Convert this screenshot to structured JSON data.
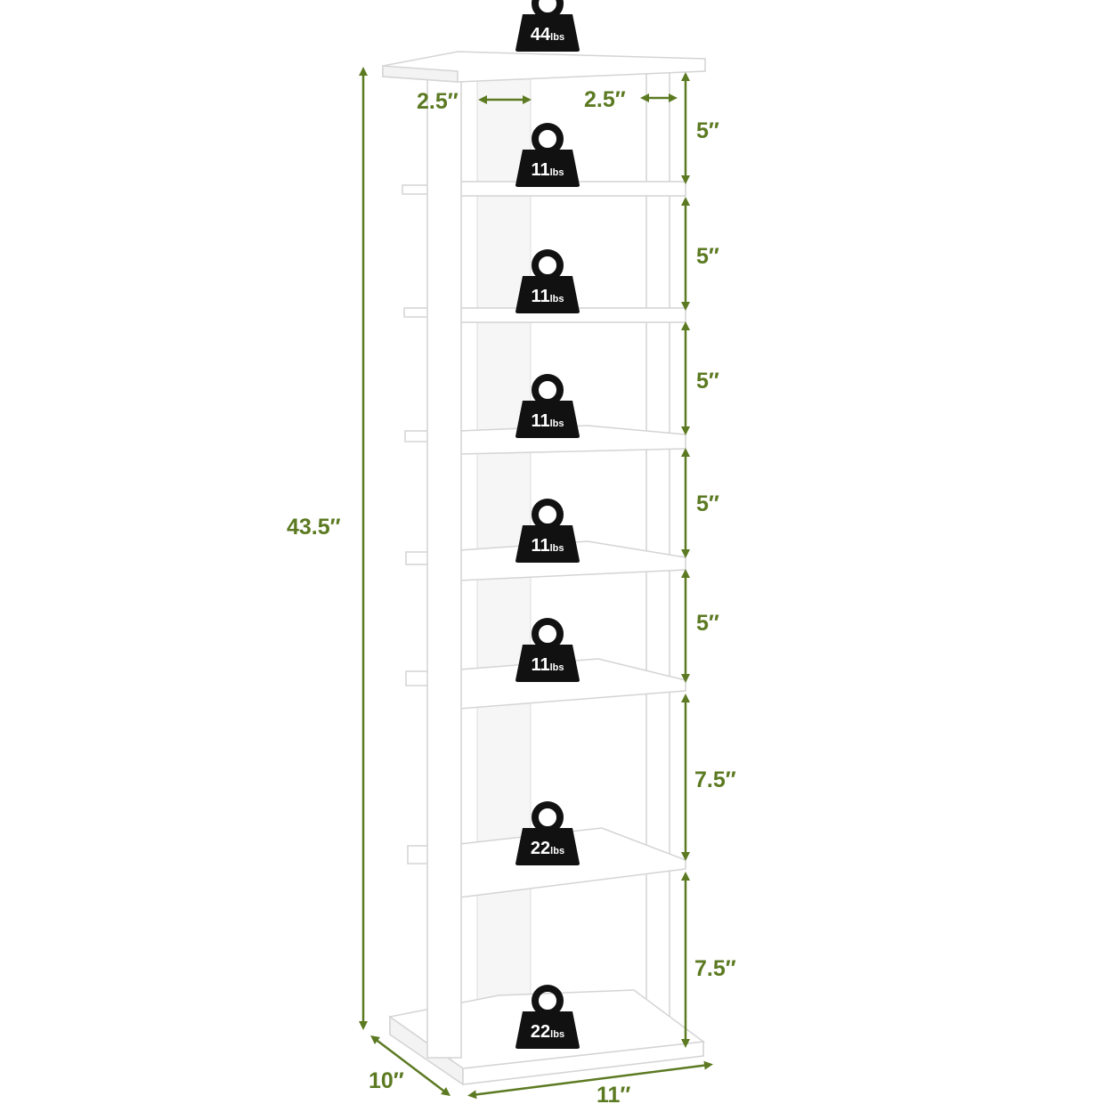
{
  "accent_color": "#5c7a22",
  "weight_icon_color": "#111111",
  "dimensions": {
    "total_height": "43.5″",
    "depth": "10″",
    "width": "11″",
    "left_inset": "2.5″",
    "right_inset": "2.5″",
    "tier_gaps": [
      "5″",
      "5″",
      "5″",
      "5″",
      "5″",
      "7.5″",
      "7.5″"
    ]
  },
  "weight_badges": [
    {
      "value": "44",
      "unit": "lbs"
    },
    {
      "value": "11",
      "unit": "lbs"
    },
    {
      "value": "11",
      "unit": "lbs"
    },
    {
      "value": "11",
      "unit": "lbs"
    },
    {
      "value": "11",
      "unit": "lbs"
    },
    {
      "value": "11",
      "unit": "lbs"
    },
    {
      "value": "22",
      "unit": "lbs"
    },
    {
      "value": "22",
      "unit": "lbs"
    }
  ]
}
